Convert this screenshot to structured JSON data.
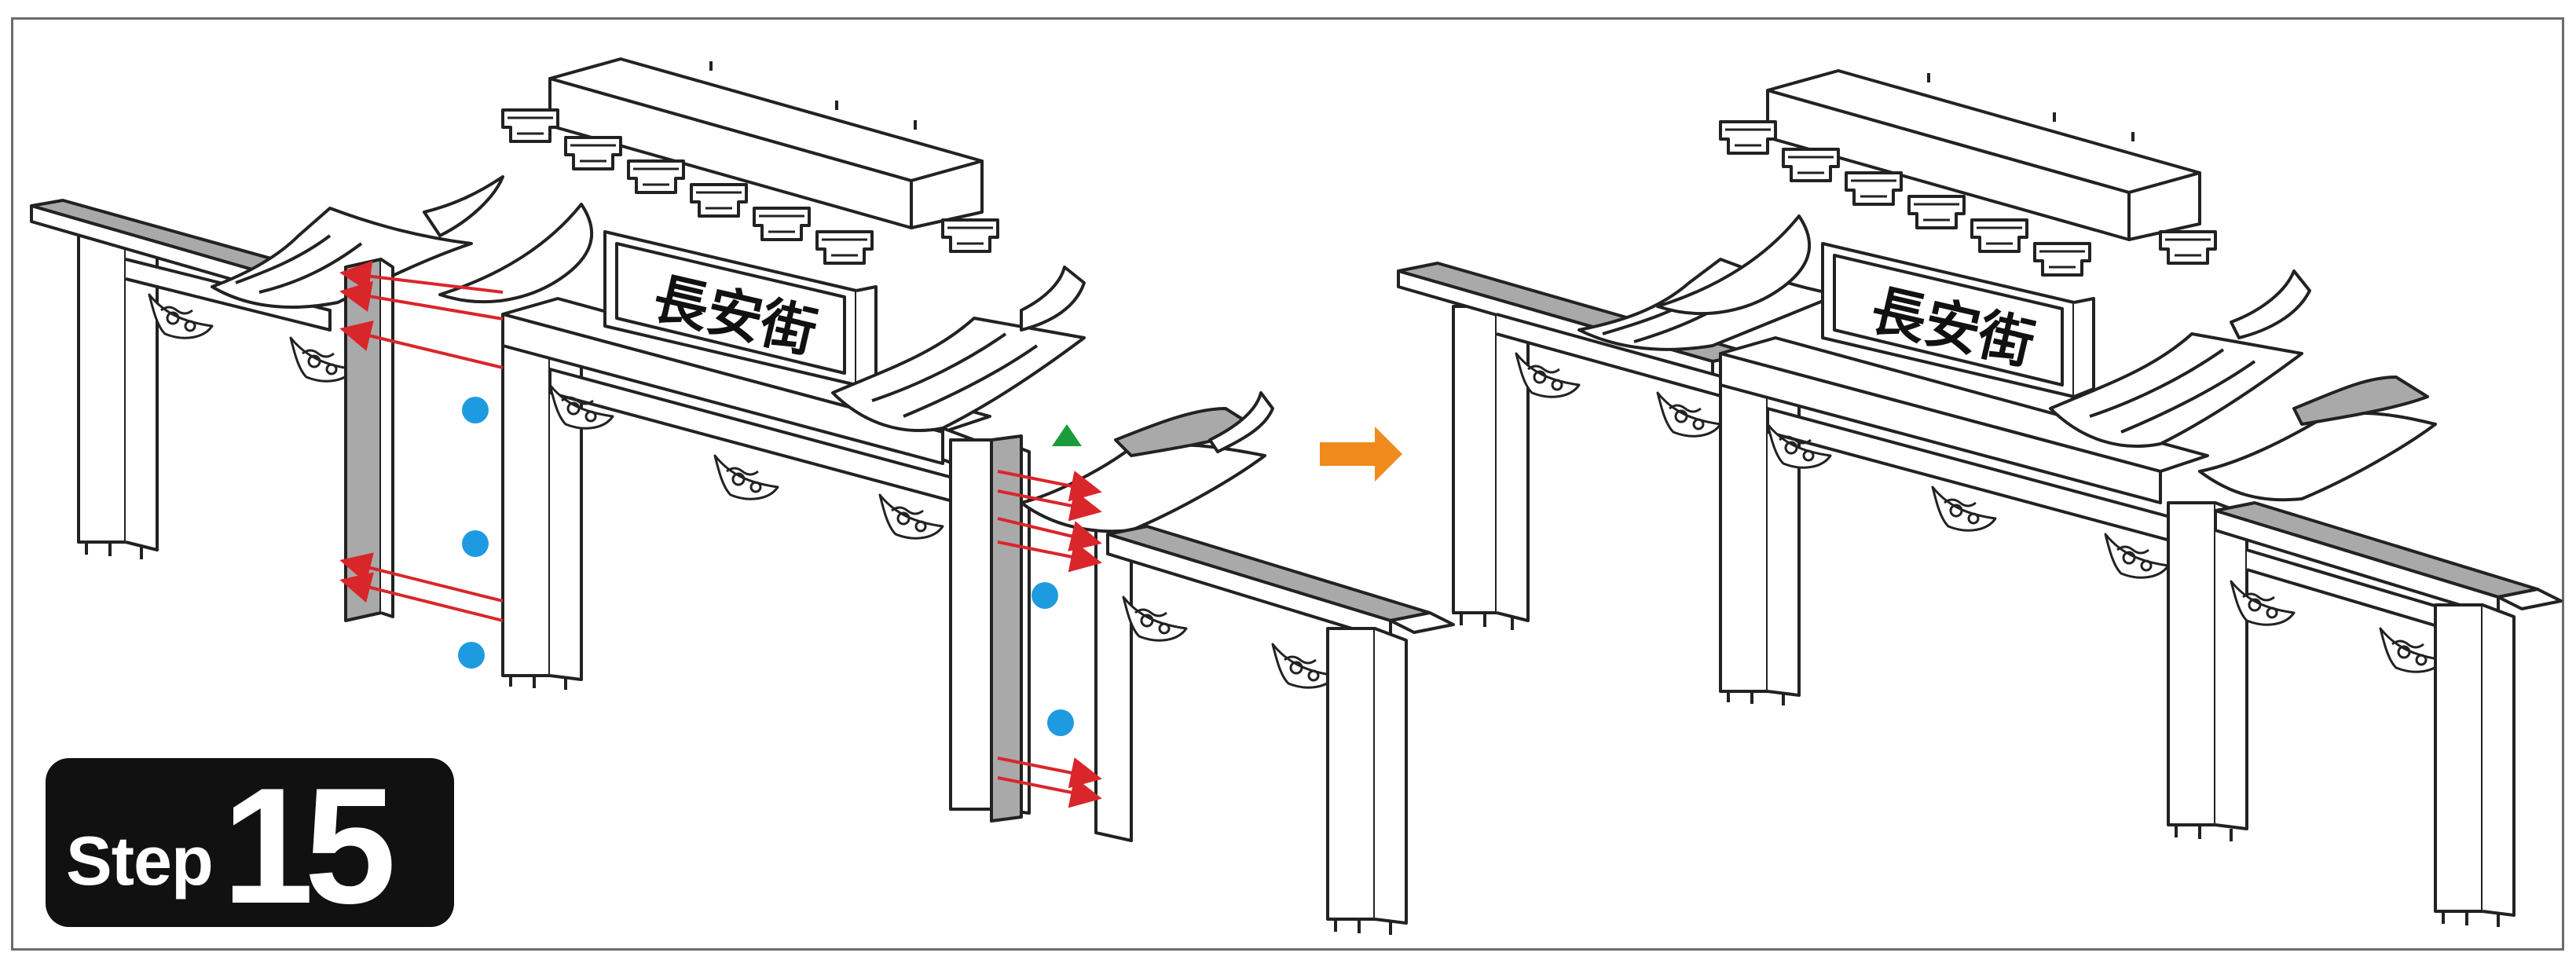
{
  "step": {
    "word": "Step",
    "number": "15"
  },
  "sign": {
    "text": "長安街"
  },
  "colors": {
    "arrow_red": "#d9262b",
    "dot_blue": "#1e9be0",
    "triangle_green": "#1a9c3a",
    "next_arrow_orange": "#f08a1c",
    "part_gray": "#a9a9a9",
    "line_dark": "#222222",
    "badge_bg": "#111111"
  },
  "icons": {
    "next": "orange-right-arrow-icon",
    "glue_point": "blue-dot-icon",
    "alignment": "green-triangle-icon"
  }
}
